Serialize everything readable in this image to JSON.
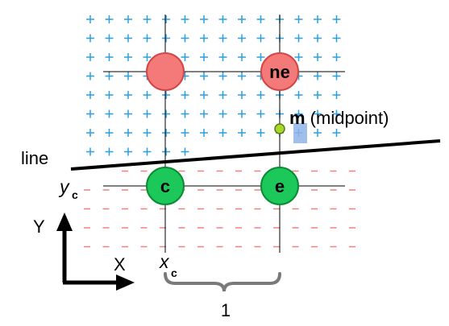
{
  "labels": {
    "line": "line",
    "y_axis": "Y",
    "x_axis": "X",
    "yc_main": "y",
    "yc_sub": "c",
    "xc_main": "x",
    "xc_sub": "c",
    "midpoint_bold": "m",
    "midpoint_rest": " (midpoint)",
    "brace_value": "1"
  },
  "pixels": {
    "ne": "ne",
    "c": "c",
    "e": "e"
  },
  "colors": {
    "plus_marks": "#2a9fe0",
    "dash_marks": "#f08080",
    "grid_lines": "#000000",
    "pixel_red_fill": "#f47a7a",
    "pixel_red_stroke": "#d24646",
    "pixel_green_fill": "#1cc85a",
    "pixel_green_stroke": "#0c8a35",
    "midpoint_fill": "#a8d62a",
    "midpoint_stroke": "#5c7a12",
    "highlight": "#8fb4e6",
    "brace": "#7a7a7a"
  }
}
